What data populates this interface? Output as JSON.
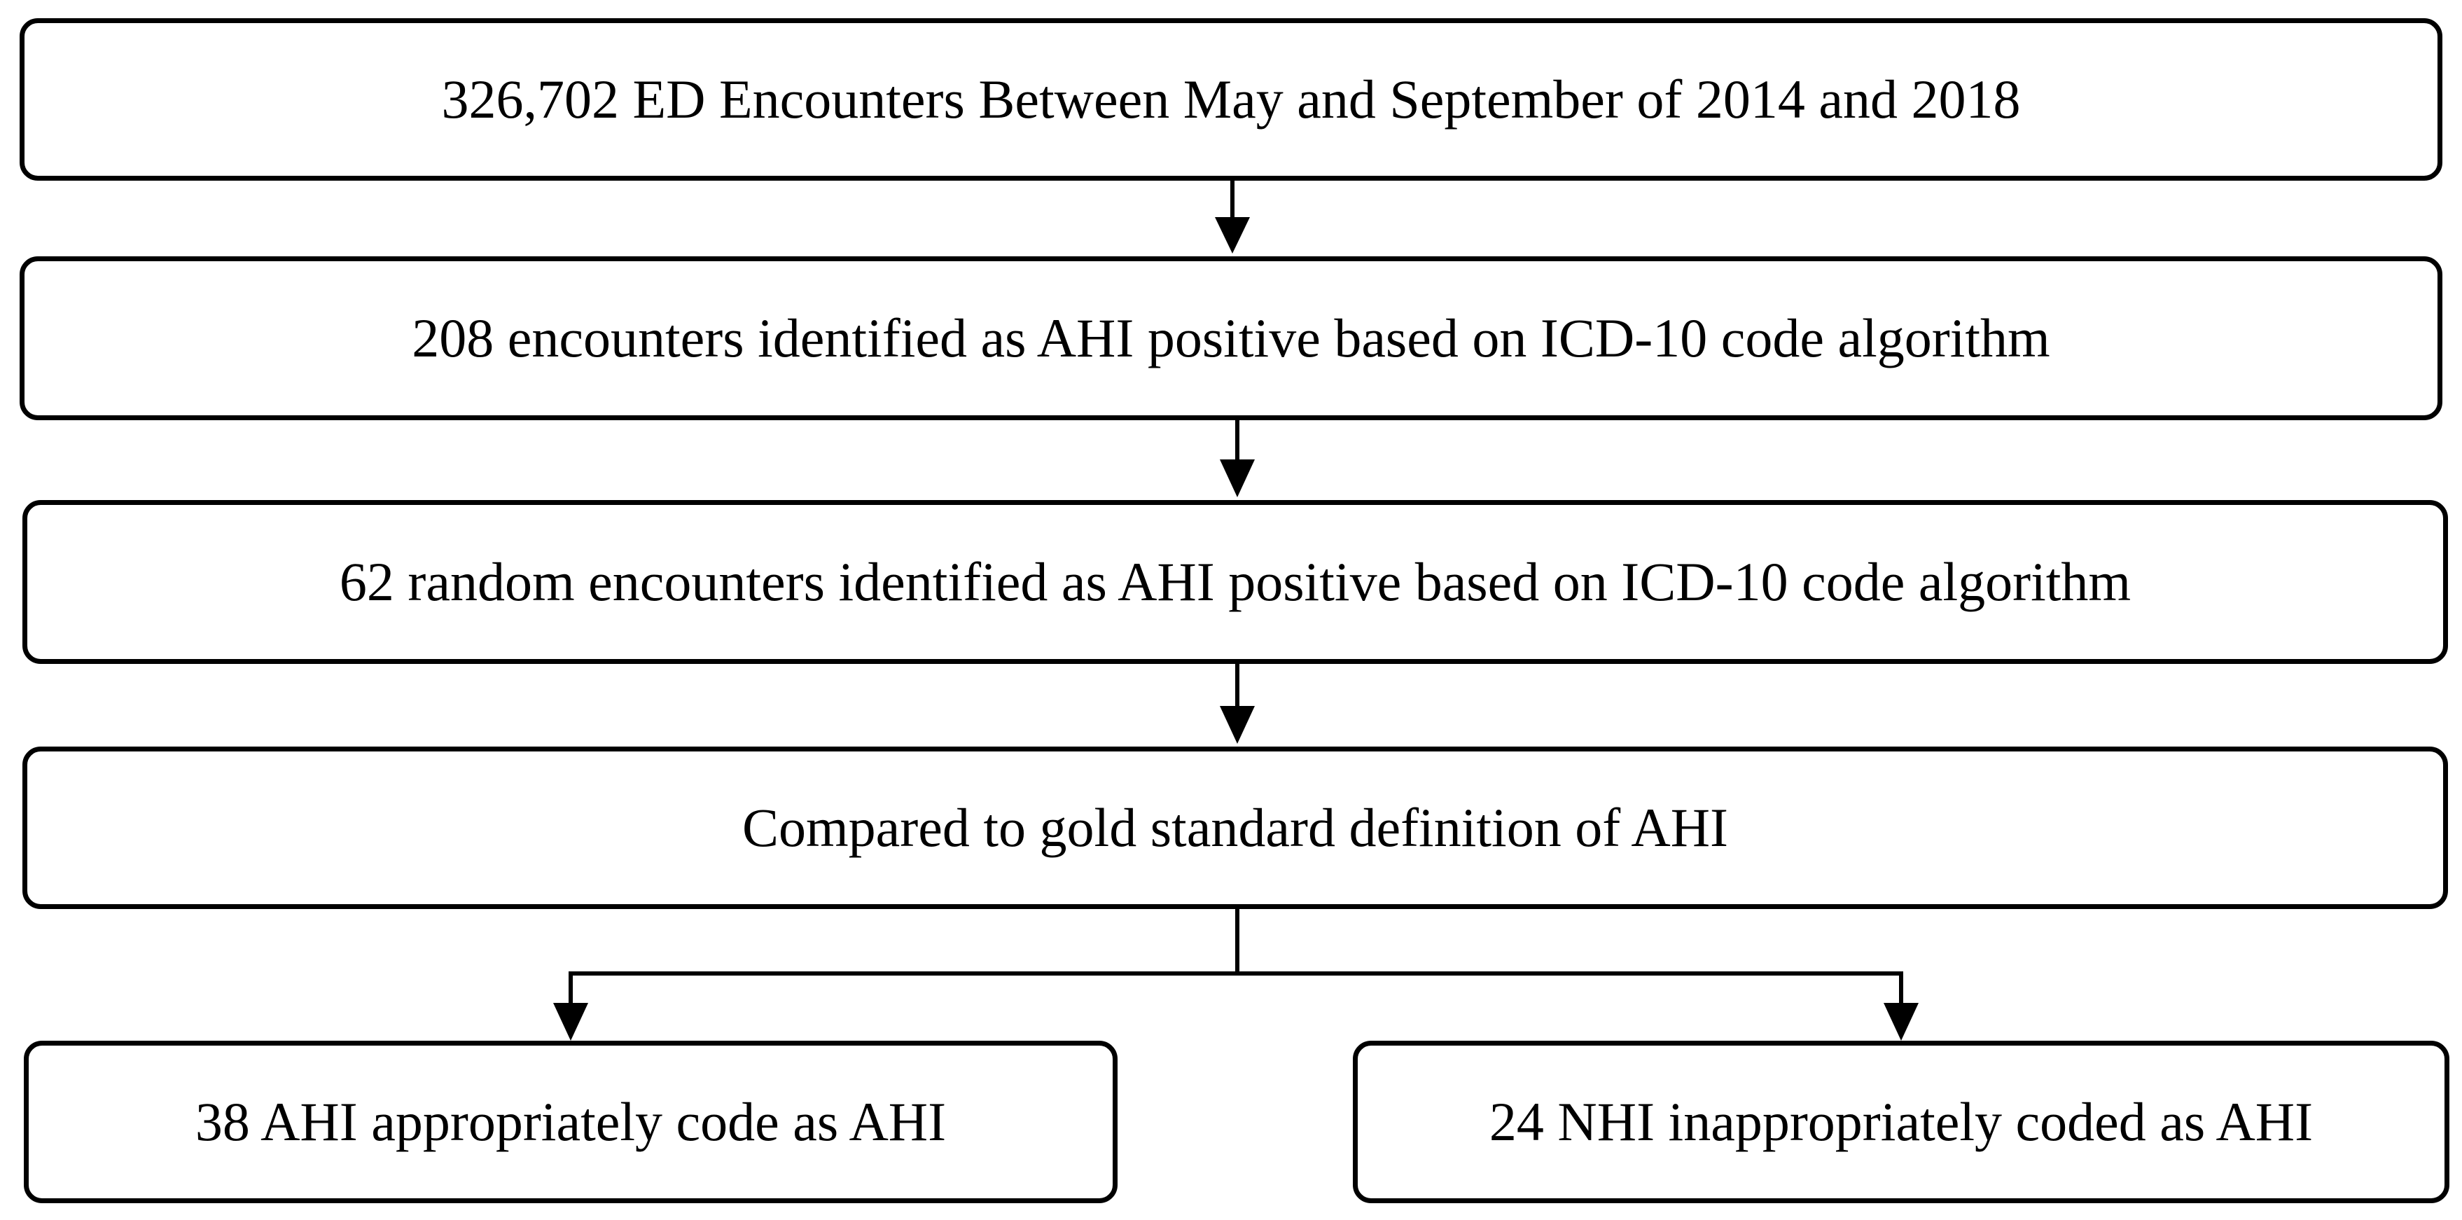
{
  "flowchart": {
    "step1": "326,702 ED Encounters Between May and September of 2014 and 2018",
    "step2": "208 encounters identified as AHI positive based on ICD-10 code algorithm",
    "step3": "62 random encounters identified as AHI positive based on ICD-10 code algorithm",
    "step4": "Compared to gold standard definition of AHI",
    "outcome_left": "38 AHI appropriately code as AHI",
    "outcome_right": "24 NHI inappropriately coded as AHI"
  },
  "colors": {
    "stroke": "#000000",
    "background": "#ffffff"
  }
}
